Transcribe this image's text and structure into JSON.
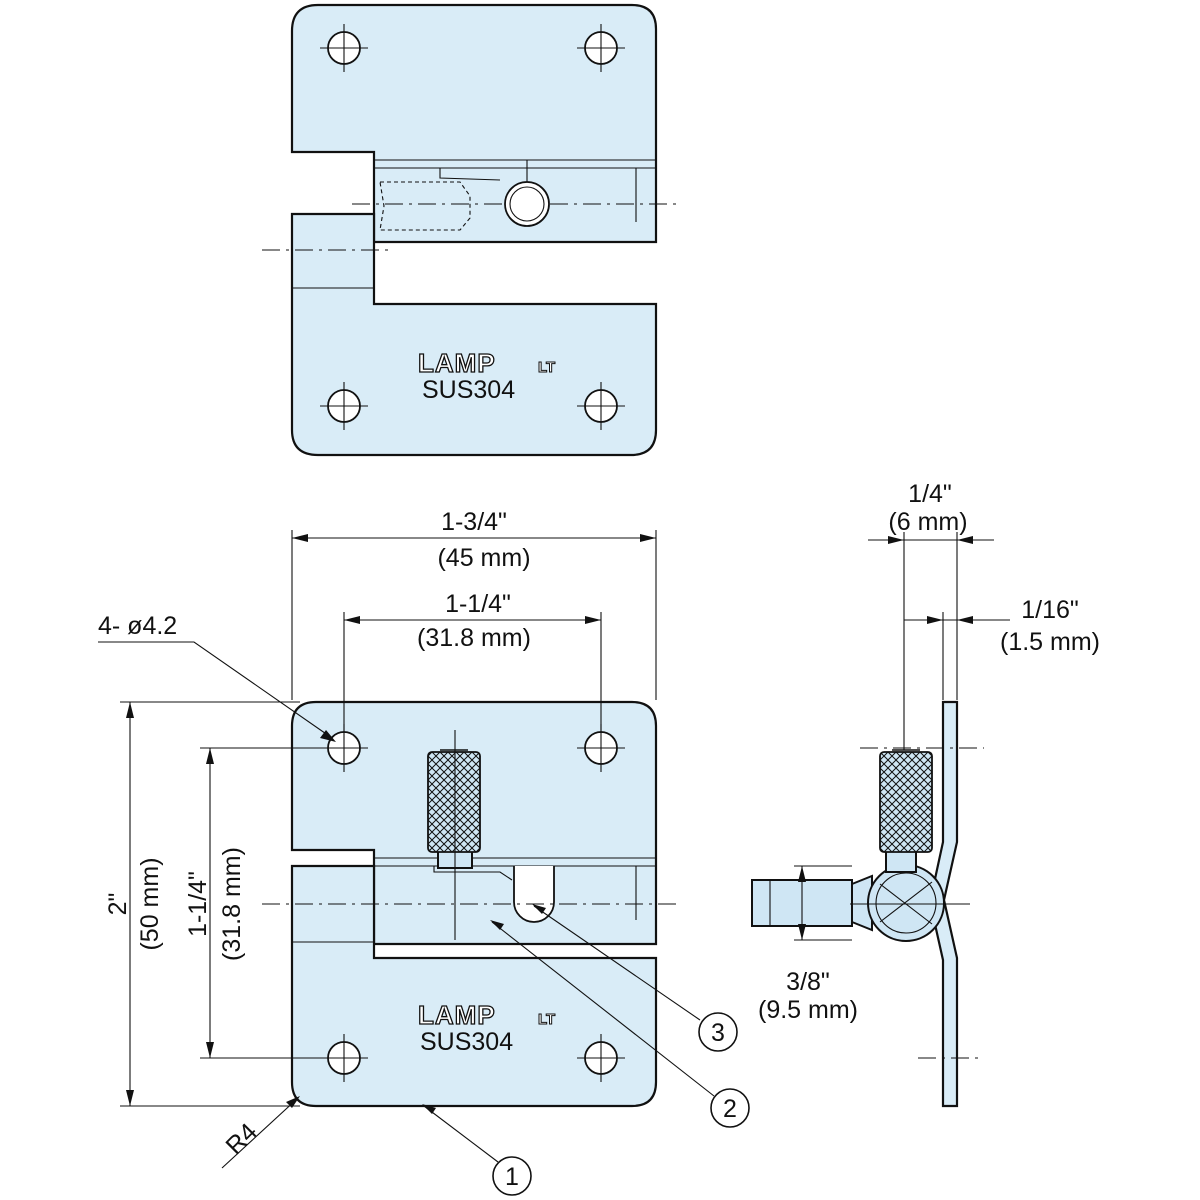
{
  "dimensions": {
    "width_in": "1-3/4\"",
    "width_mm": "(45 mm)",
    "hole_pitch_in": "1-1/4\"",
    "hole_pitch_mm": "(31.8 mm)",
    "height_in": "2\"",
    "height_mm": "(50 mm)",
    "vert_pitch_in": "1-1/4\"",
    "vert_pitch_mm": "(31.8 mm)",
    "holes": "4- ø4.2",
    "radius": "R4",
    "thickness_in": "1/4\"",
    "thickness_mm": "(6 mm)",
    "plate_in": "1/16\"",
    "plate_mm": "(1.5 mm)",
    "pin_in": "3/8\"",
    "pin_mm": "(9.5 mm)"
  },
  "markings": {
    "logo": "LAMP",
    "logo_suffix": "LT",
    "material": "SUS304"
  },
  "balloons": [
    "1",
    "2",
    "3"
  ]
}
